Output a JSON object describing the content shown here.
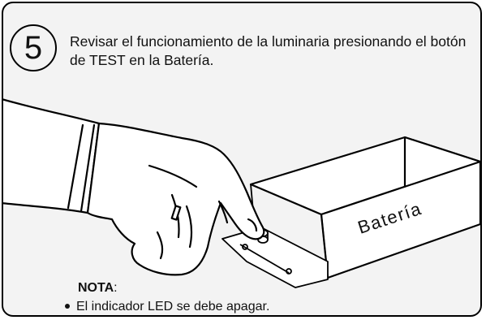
{
  "step": {
    "number": "5",
    "instruction": "Revisar el funcionamiento de la luminaria presionando el botón de TEST en la Batería."
  },
  "illustration": {
    "battery_label": "Batería"
  },
  "note": {
    "title": "NOTA",
    "colon": ":",
    "bullets": [
      "El indicador LED se debe apagar."
    ]
  }
}
